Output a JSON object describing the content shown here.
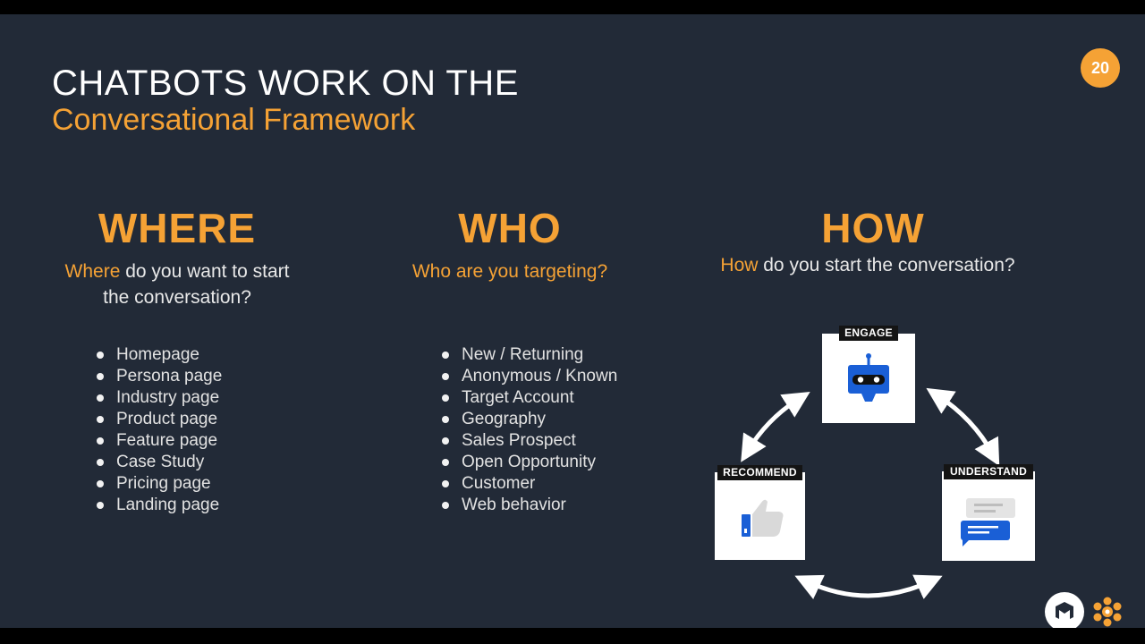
{
  "slide": {
    "title_line1": "CHATBOTS WORK ON THE",
    "title_line2": "Conversational Framework",
    "page_number": "20"
  },
  "where": {
    "heading": "WHERE",
    "question_hl": "Where",
    "question_rest_1": " do you want to start",
    "question_line2": "the conversation?",
    "items": [
      "Homepage",
      "Persona page",
      "Industry page",
      "Product page",
      "Feature page",
      "Case Study",
      "Pricing page",
      "Landing page"
    ]
  },
  "who": {
    "heading": "WHO",
    "question": "Who are you targeting?",
    "items": [
      "New / Returning",
      "Anonymous / Known",
      "Target Account",
      "Geography",
      "Sales Prospect",
      "Open Opportunity",
      "Customer",
      "Web behavior"
    ]
  },
  "how": {
    "heading": "HOW",
    "question_hl": "How",
    "question_rest": " do you start the conversation?",
    "cards": {
      "engage": "ENGAGE",
      "recommend": "RECOMMEND",
      "understand": "UNDERSTAND"
    }
  },
  "colors": {
    "background": "#222a37",
    "accent": "#f5a235",
    "icon_blue": "#1a5fd6"
  },
  "icons": [
    "robot-icon",
    "thumbs-up-icon",
    "chat-bubble-icon",
    "cycle-arrow-icon",
    "drift-logo-icon",
    "company-logo-icon"
  ]
}
